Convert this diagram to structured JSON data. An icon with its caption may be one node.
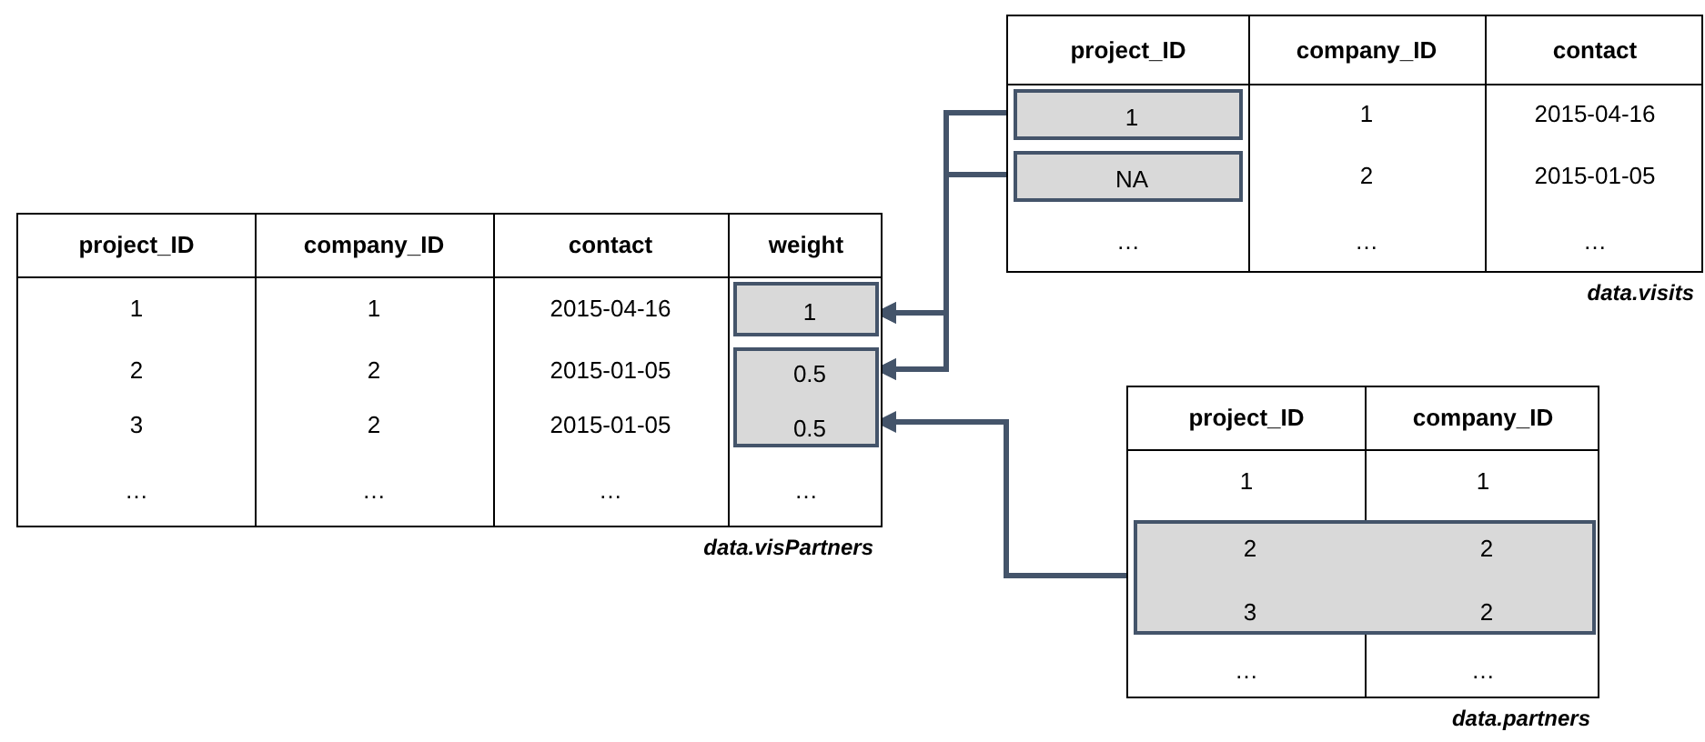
{
  "diagram": {
    "nodes": [
      {
        "text": [
          "data.visits"
        ]
      },
      {
        "text": [
          "1"
        ],
        "in": 0
      },
      {
        "text": [
          "NA"
        ],
        "in": 0
      },
      {
        "text": [
          "data.visPartners"
        ]
      },
      {
        "text": [
          "1"
        ],
        "in": 3
      },
      {
        "text": [
          "0.5",
          "0.5"
        ],
        "in": 3
      },
      {
        "text": [
          "data.partners"
        ]
      },
      {
        "text": [
          "2",
          "2",
          "3",
          "2"
        ],
        "in": 6
      }
    ],
    "edges": [
      {
        "from": 1,
        "to": 4,
        "arrow": "to"
      },
      {
        "from": 1,
        "to": 5,
        "arrow": "to"
      },
      {
        "from": 2,
        "to": 4,
        "arrow": "to"
      },
      {
        "from": 2,
        "to": 5,
        "arrow": "to"
      },
      {
        "from": 7,
        "to": 5,
        "arrow": "to"
      }
    ],
    "labels": [
      "project_ID",
      "company_ID",
      "contact",
      "1",
      "2015-04-16",
      "2",
      "2015-01-05",
      "…",
      "…",
      "…",
      "project_ID",
      "company_ID",
      "contact",
      "weight",
      "1",
      "1",
      "2015-04-16",
      "2",
      "2",
      "2015-01-05",
      "3",
      "2",
      "2015-01-05",
      "…",
      "…",
      "…",
      "…",
      "project_ID",
      "company_ID",
      "1",
      "1",
      "…",
      "…"
    ]
  }
}
